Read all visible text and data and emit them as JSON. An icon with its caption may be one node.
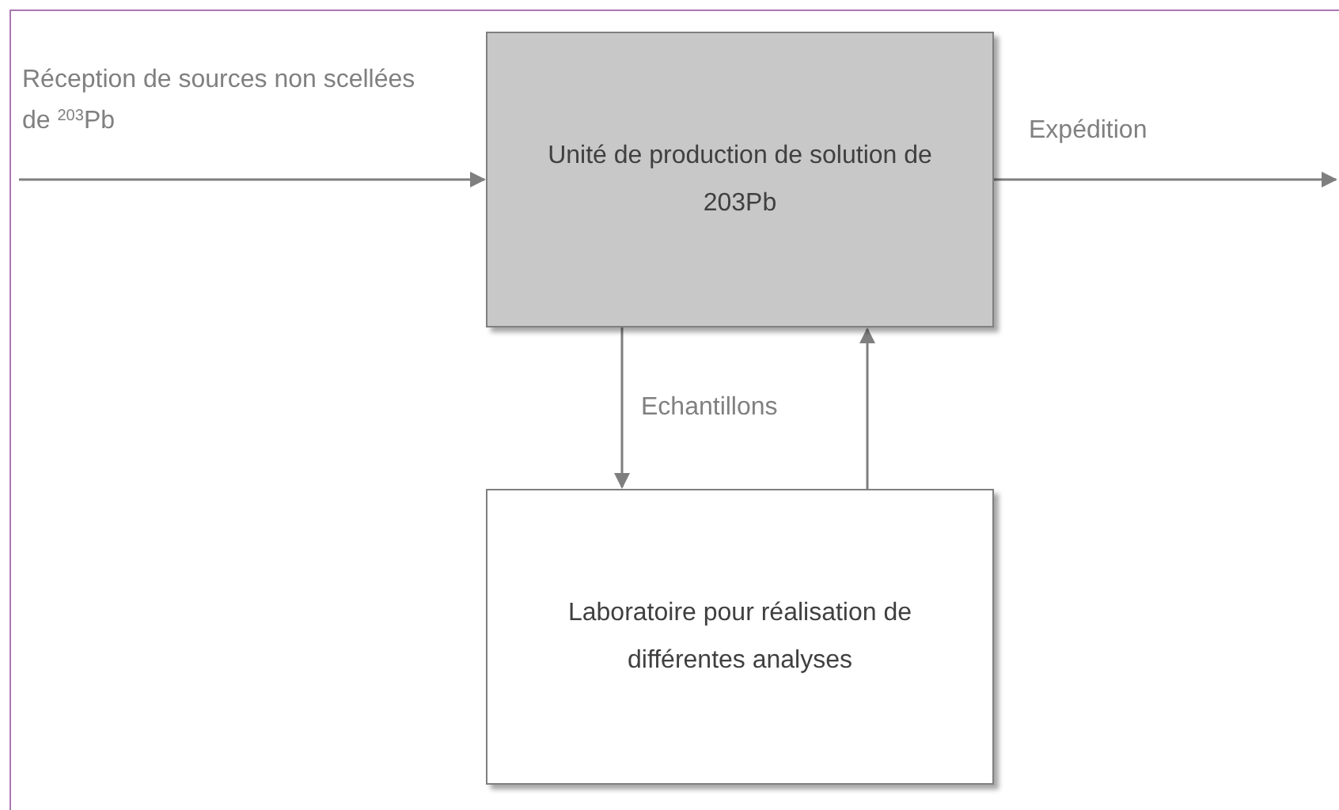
{
  "diagram": {
    "nodes": [
      {
        "text": [
          "Unité de production de solution de 203Pb"
        ]
      },
      {
        "text": [
          "Laboratoire pour réalisation de différentes analyses"
        ]
      }
    ],
    "edges": [
      {
        "from": null,
        "to": 0,
        "arrow": "to",
        "label": "Réception de sources non scellées de $^{203}$Pb"
      },
      {
        "from": 0,
        "to": null,
        "arrow": "to",
        "label": "Expédition"
      },
      {
        "from": 0,
        "to": 1,
        "arrow": "to",
        "label": "Echantillons"
      },
      {
        "from": 1,
        "to": 0,
        "arrow": "to"
      }
    ]
  }
}
